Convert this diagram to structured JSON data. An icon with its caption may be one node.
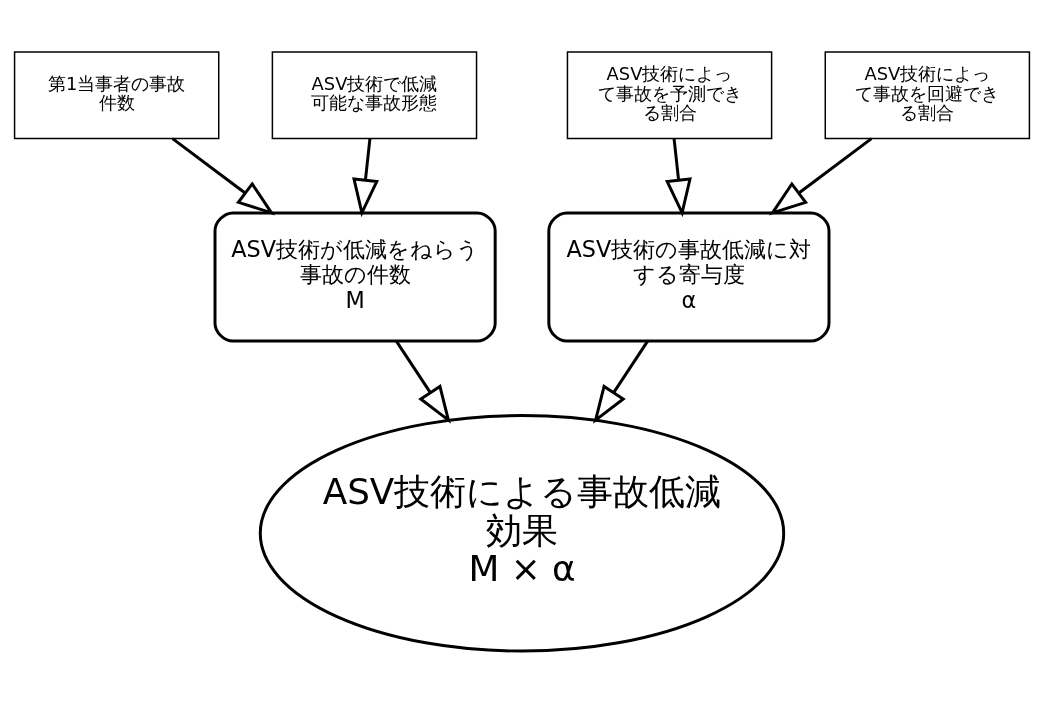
{
  "diagram": {
    "nodes": [
      {
        "text": [
          "第1当事者の事故件数"
        ]
      },
      {
        "text": [
          "ASV技術で低減可能な事故形態"
        ]
      },
      {
        "text": [
          "ASV技術によって事故を予測できる割合"
        ]
      },
      {
        "text": [
          "ASV技術によって事故を回避できる割合"
        ]
      },
      {
        "text": [
          "ASV技術が低減をねらう事故の件数",
          "M"
        ]
      },
      {
        "text": [
          "ASV技術の事故低減に対する寄与度",
          "α"
        ]
      },
      {
        "text": [
          "ASV技術による事故低減効果",
          "M × α"
        ]
      }
    ],
    "edges": [
      {
        "from": 0,
        "to": 4,
        "arrow": "to"
      },
      {
        "from": 1,
        "to": 4,
        "arrow": "to"
      },
      {
        "from": 2,
        "to": 5,
        "arrow": "to"
      },
      {
        "from": 3,
        "to": 5,
        "arrow": "to"
      },
      {
        "from": 4,
        "to": 6,
        "arrow": "to"
      },
      {
        "from": 5,
        "to": 6,
        "arrow": "to"
      }
    ]
  }
}
